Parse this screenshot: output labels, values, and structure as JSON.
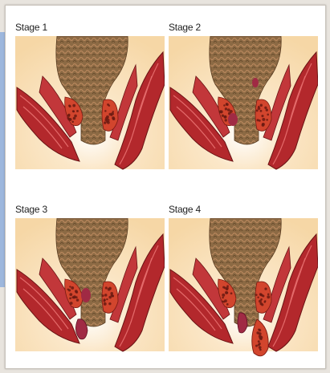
{
  "panels": [
    {
      "label": "Stage 1",
      "stage": 1
    },
    {
      "label": "Stage 2",
      "stage": 2
    },
    {
      "label": "Stage 3",
      "stage": 3
    },
    {
      "label": "Stage 4",
      "stage": 4
    }
  ],
  "colors": {
    "background": "#f6d7a6",
    "tissue": "#8c6a44",
    "muscle": "#b3282c",
    "hemorrhoid": "#d2452d",
    "prolapse": "#a02a44"
  }
}
